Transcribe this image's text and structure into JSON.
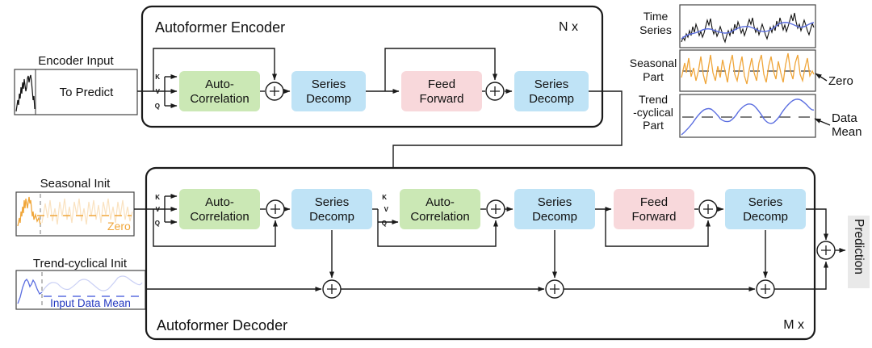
{
  "colors": {
    "green": "#cbe8b5",
    "blue": "#bfe3f6",
    "pink": "#f8d8db",
    "prediction-bg": "#e9e9e9",
    "orange": "#f0a63a",
    "series-blue": "#5b6ee0",
    "init-text-blue": "#2338c0",
    "line": "#1a1a1a"
  },
  "blocks": {
    "auto_correlation": {
      "line1": "Auto-",
      "line2": "Correlation"
    },
    "series_decomp": {
      "line1": "Series",
      "line2": "Decomp"
    },
    "feed_forward": {
      "line1": "Feed",
      "line2": "Forward"
    },
    "kvq": {
      "k": "K",
      "v": "V",
      "q": "Q"
    }
  },
  "encoder": {
    "title": "Autoformer Encoder",
    "repeat_label": "N x",
    "input_title": "Encoder Input",
    "input_label": "To Predict"
  },
  "decoder": {
    "title": "Autoformer Decoder",
    "repeat_label": "M x",
    "seasonal_init_title": "Seasonal Init",
    "seasonal_zero_label": "Zero",
    "trend_init_title": "Trend-cyclical Init",
    "trend_mean_label": "Input Data Mean",
    "output_label": "Prediction"
  },
  "legend": {
    "time_series": {
      "line1": "Time",
      "line2": "Series"
    },
    "seasonal_part": {
      "line1": "Seasonal",
      "line2": "Part"
    },
    "trend_part": {
      "line1": "Trend",
      "line2": "-cyclical",
      "line3": "Part"
    },
    "zero_label": "Zero",
    "data_mean": {
      "line1": "Data",
      "line2": "Mean"
    }
  }
}
